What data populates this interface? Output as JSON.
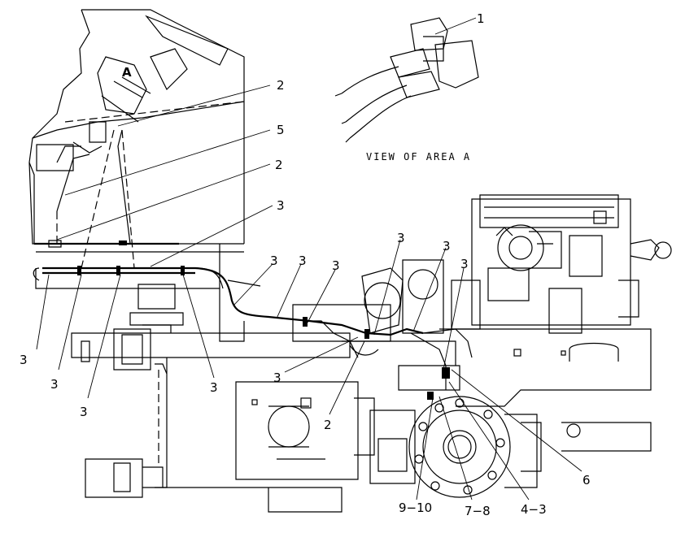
{
  "labels": {
    "area_letter": "A",
    "view_caption": "VIEW OF AREA A",
    "c1": "1",
    "c2a": "2",
    "c5": "5",
    "c2b": "2",
    "c3_r1": "3",
    "c3_r2a": "3",
    "c3_r2b": "3",
    "c3_r2c": "3",
    "c3_mid_a": "3",
    "c3_mid_b": "3",
    "c3_mid_c": "3",
    "c3_left": "3",
    "c3_lowleft": "3",
    "c3_low2": "3",
    "c3_low3": "3",
    "c3_center": "3",
    "c2c": "2",
    "c6": "6",
    "c9_10": "9−10",
    "c7_8": "7−8",
    "c4_3": "4−3"
  }
}
